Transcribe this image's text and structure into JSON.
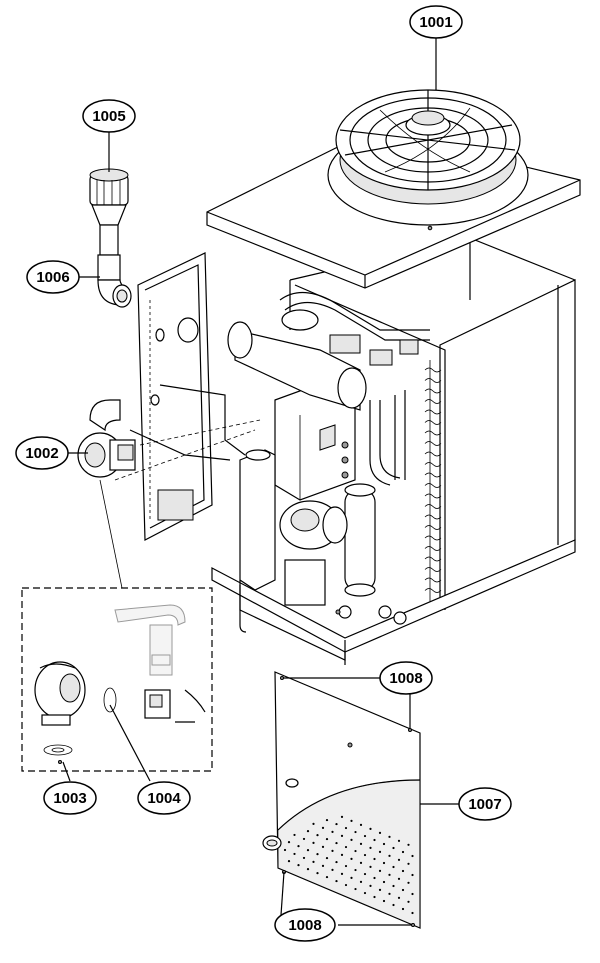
{
  "callouts": [
    {
      "id": "c1001",
      "label": "1001"
    },
    {
      "id": "c1005",
      "label": "1005"
    },
    {
      "id": "c1006",
      "label": "1006"
    },
    {
      "id": "c1002",
      "label": "1002"
    },
    {
      "id": "c1008a",
      "label": "1008"
    },
    {
      "id": "c1007",
      "label": "1007"
    },
    {
      "id": "c1003",
      "label": "1003"
    },
    {
      "id": "c1004",
      "label": "1004"
    },
    {
      "id": "c1008b",
      "label": "1008"
    }
  ]
}
